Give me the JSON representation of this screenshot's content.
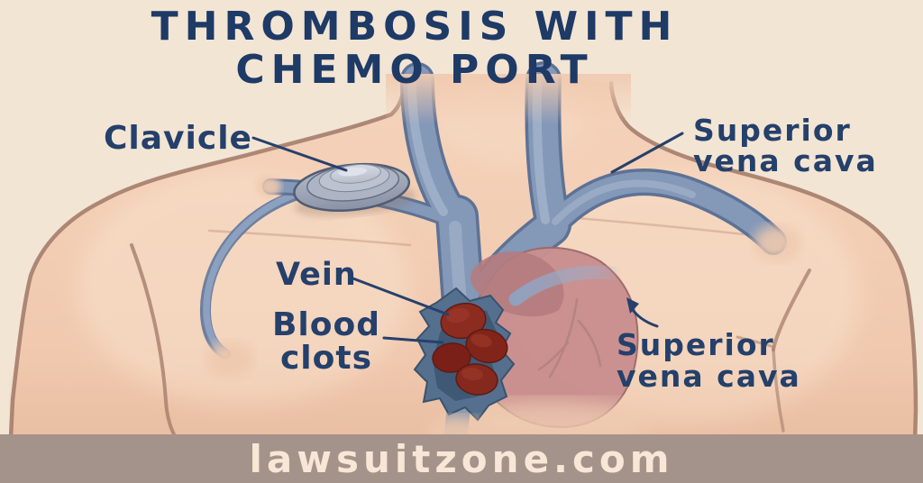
{
  "title": {
    "line1": "THROMBOSIS WITH",
    "line2": "CHEMO PORT"
  },
  "labels": {
    "clavicle": "Clavicle",
    "svc_top_line1": "Superior",
    "svc_top_line2": "vena cava",
    "vein": "Vein",
    "clots_line1": "Blood",
    "clots_line2": "clots",
    "svc_bottom_line1": "Superior",
    "svc_bottom_line2": "vena cava"
  },
  "footer": {
    "website": "lawsuitzone.com"
  },
  "illustration": {
    "subject": "Male torso with implanted chemo port; catheter, jugular and subclavian veins merging into the superior vena cava; opened vein showing blood clots beside the heart",
    "callouts": [
      "Clavicle",
      "Superior vena cava",
      "Vein",
      "Blood clots",
      "Superior vena cava"
    ]
  },
  "colors": {
    "background_cream": "#f3e5d4",
    "skin": "#f2cdb4",
    "skin_outline": "#a57d6b",
    "title_navy": "#1e3a66",
    "label_navy": "#24406b",
    "vein_blue": "#8498b8",
    "vein_dark": "#5d7294",
    "thrombosed_vein": "#54708e",
    "clot_red": "#8a2b20",
    "heart_pink": "#c98f8f",
    "port_gray": "#bcc2cf",
    "footer_bar": "#a4938a",
    "footer_text": "#f8e7d6"
  }
}
